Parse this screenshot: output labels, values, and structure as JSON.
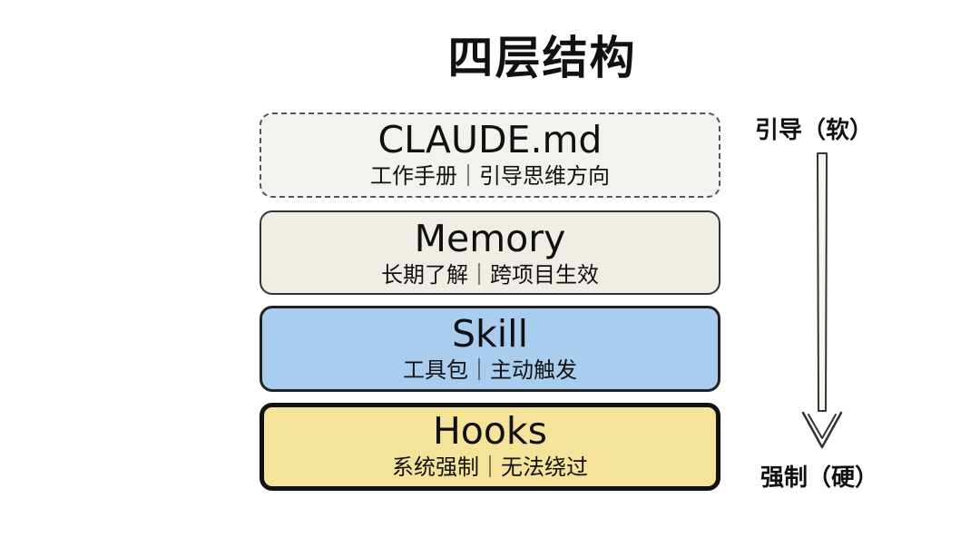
{
  "title": "四层结构",
  "layers": [
    {
      "name": "CLAUDE.md",
      "desc": "工作手册｜引导思维方向"
    },
    {
      "name": "Memory",
      "desc": "长期了解｜跨项目生效"
    },
    {
      "name": "Skill",
      "desc": "工具包｜主动触发"
    },
    {
      "name": "Hooks",
      "desc": "系统强制｜无法绕过"
    }
  ],
  "scale": {
    "top_label": "引导（软）",
    "bottom_label": "强制（硬）"
  },
  "colors": {
    "claude_fill": "#f3f2ee",
    "memory_fill": "#efede5",
    "skill_fill": "#a9cdee",
    "hooks_fill": "#f6e39a"
  }
}
